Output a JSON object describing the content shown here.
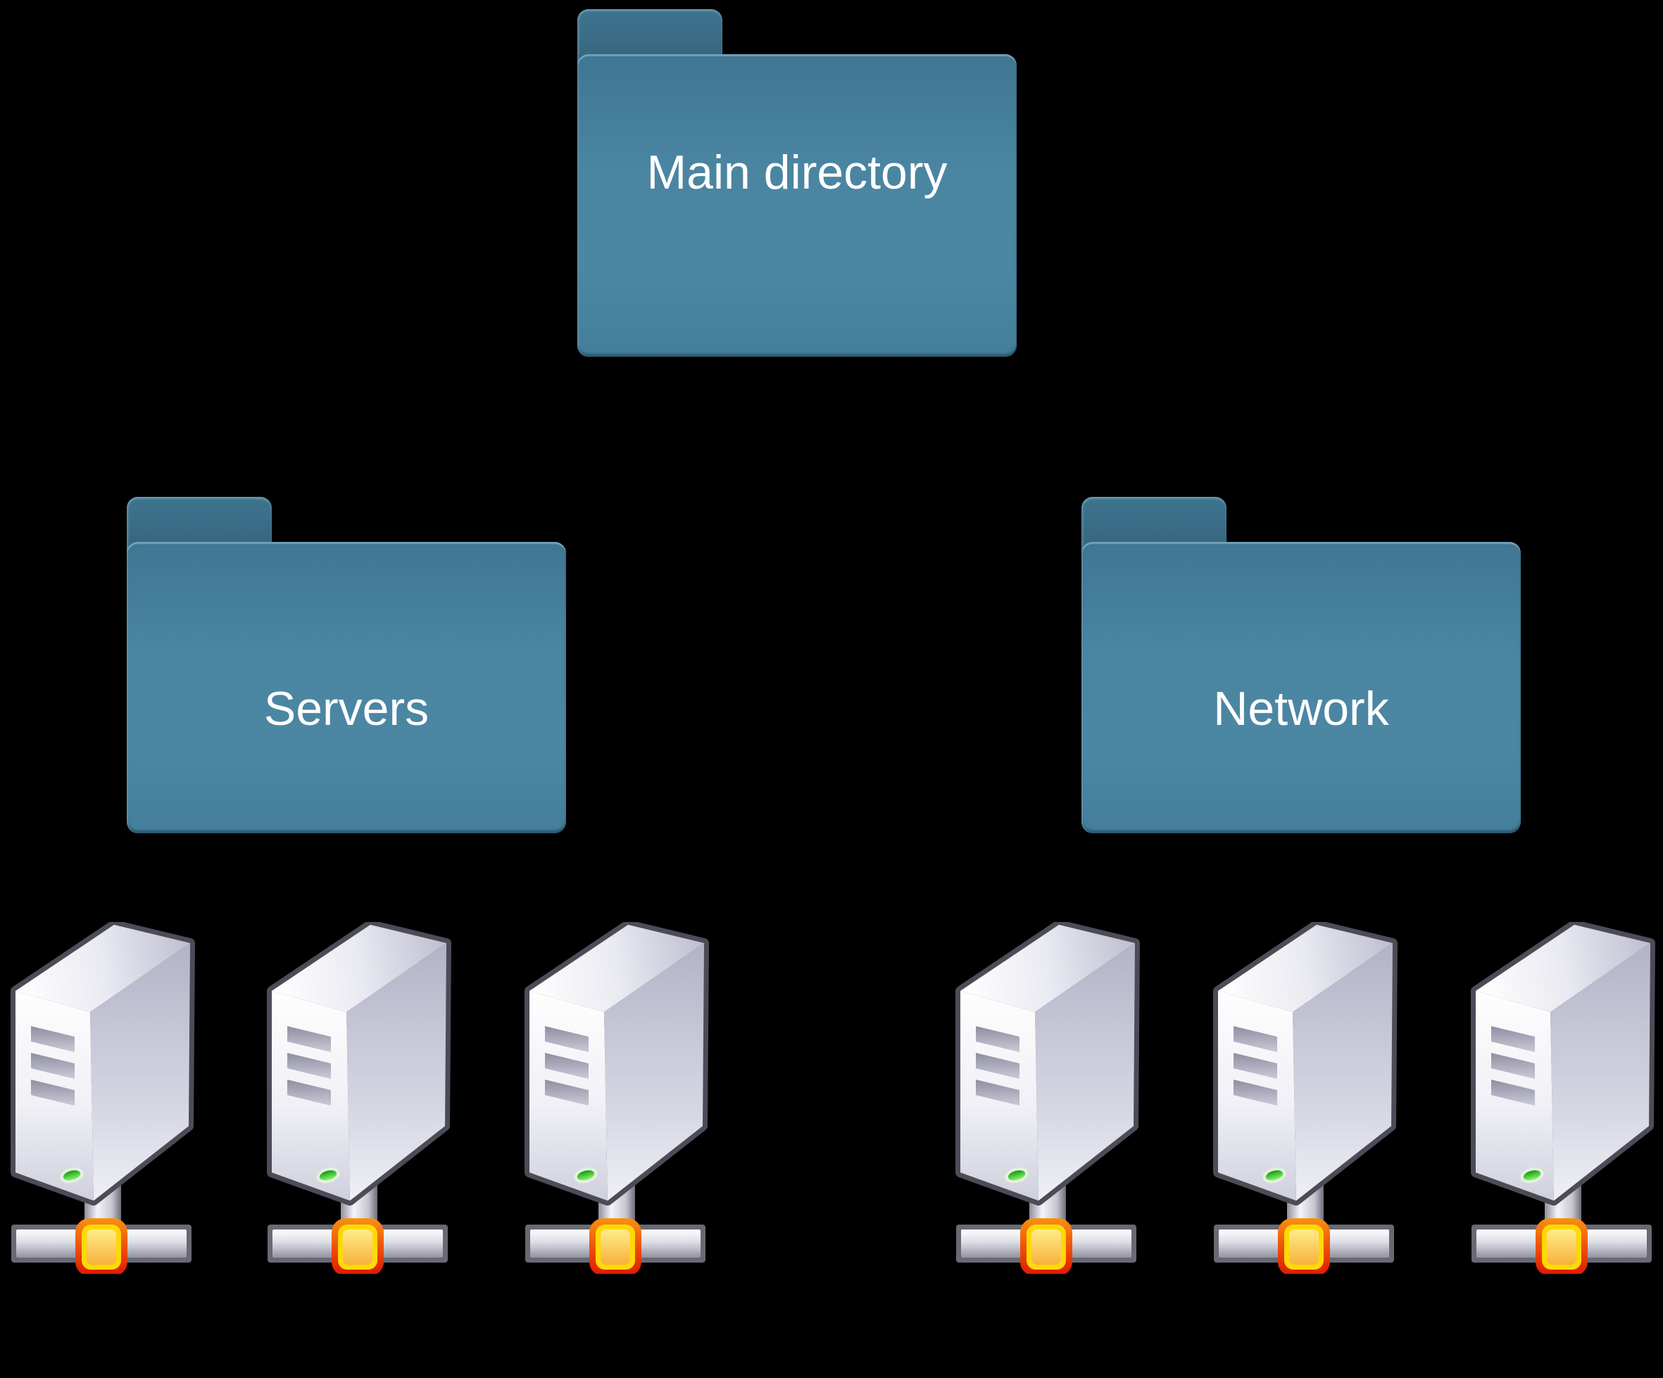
{
  "diagram": {
    "type": "tree",
    "background": "#000000"
  },
  "folders": [
    {
      "id": "main-directory",
      "label": "Main directory",
      "parent": null
    },
    {
      "id": "servers",
      "label": "Servers",
      "parent": "main-directory",
      "computer_count": 3
    },
    {
      "id": "network",
      "label": "Network",
      "parent": "main-directory",
      "computer_count": 3
    }
  ],
  "computers": {
    "servers_group_count": 3,
    "network_group_count": 3,
    "icon": "computer-tower-with-network-connection"
  },
  "colors": {
    "background": "#000000",
    "folder_body": "#47819F",
    "folder_tab": "#38677F",
    "folder_label_text": "#FFFFFF",
    "tower_outline": "#4C4C58",
    "tower_front_face": "#F7F7FB",
    "tower_side_face": "#BCBCCE",
    "network_bar_frame": "#696973",
    "network_bar_fill": "#DDDDE5",
    "node_border_orange": "#F2640A",
    "node_border_red": "#DE1600",
    "node_ring_yellow": "#FFD808",
    "node_fill_yellow": "#FBC14A",
    "led_green": "#4BCB3A"
  }
}
